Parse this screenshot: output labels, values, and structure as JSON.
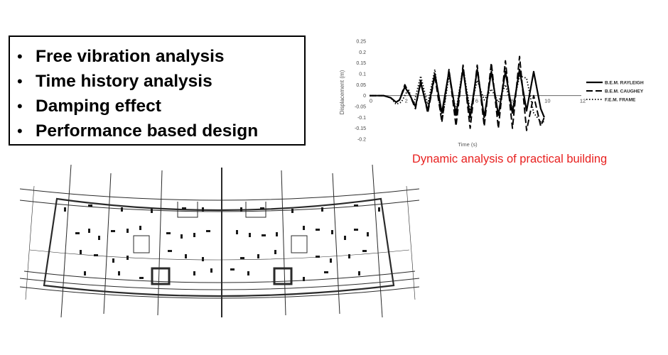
{
  "bullets": [
    "Free vibration analysis",
    "Time history analysis",
    "Damping effect",
    "Performance based design"
  ],
  "caption": "Dynamic analysis of practical building",
  "chart_data": {
    "type": "line",
    "title": "",
    "xlabel": "Time (s)",
    "ylabel": "Displacement (m)",
    "xlim": [
      0,
      12
    ],
    "ylim": [
      -0.2,
      0.25
    ],
    "xticks": [
      0,
      2,
      4,
      6,
      8,
      10,
      12
    ],
    "xtick_labels": [
      "0",
      "2",
      "",
      "6",
      "8",
      "10",
      "12"
    ],
    "yticks": [
      0.25,
      0.2,
      0.15,
      0.1,
      0.05,
      0,
      -0.05,
      -0.1,
      -0.15,
      -0.2
    ],
    "ytick_labels": [
      "0.25",
      "0.2",
      "0.15",
      "0.1",
      "0.05",
      "0",
      "-0.05",
      "-0.1",
      "-0.15",
      "-0.2"
    ],
    "grid": false,
    "legend_position": "right",
    "series": [
      {
        "name": "B.E.M. RAYLEIGH",
        "style": "solid",
        "color": "#000000",
        "x": [
          0,
          0.4,
          0.8,
          1.2,
          1.5,
          1.7,
          2.0,
          2.3,
          2.6,
          2.9,
          3.3,
          3.7,
          4.1,
          4.5,
          4.9,
          5.3,
          5.7,
          6.1,
          6.5,
          6.9,
          7.3,
          7.7,
          8.1,
          8.5,
          8.9,
          9.3,
          9.7,
          9.9
        ],
        "y": [
          0,
          0.0,
          0.0,
          -0.01,
          -0.03,
          -0.02,
          0.04,
          0.0,
          -0.05,
          0.06,
          -0.07,
          0.1,
          -0.08,
          0.11,
          -0.09,
          0.12,
          -0.1,
          0.12,
          -0.1,
          0.11,
          -0.09,
          0.11,
          -0.08,
          0.12,
          -0.07,
          0.11,
          -0.06,
          -0.1
        ]
      },
      {
        "name": "B.E.M. CAUGHEY",
        "style": "dashed",
        "color": "#000000",
        "x": [
          0,
          0.4,
          0.8,
          1.2,
          1.5,
          1.7,
          2.0,
          2.3,
          2.6,
          2.9,
          3.3,
          3.7,
          4.1,
          4.5,
          4.9,
          5.3,
          5.7,
          6.1,
          6.5,
          6.9,
          7.3,
          7.7,
          8.1,
          8.5,
          8.9,
          9.3,
          9.7,
          9.9
        ],
        "y": [
          0,
          0.0,
          0.0,
          -0.01,
          -0.03,
          -0.02,
          0.05,
          0.0,
          -0.06,
          0.07,
          -0.08,
          0.09,
          -0.12,
          0.12,
          -0.14,
          0.14,
          -0.15,
          0.14,
          -0.14,
          0.15,
          -0.15,
          0.16,
          -0.15,
          0.18,
          -0.16,
          0.0,
          -0.14,
          -0.1
        ]
      },
      {
        "name": "F.E.M. FRAME",
        "style": "dotted",
        "color": "#000000",
        "x": [
          0,
          0.4,
          0.8,
          1.2,
          1.5,
          1.8,
          2.2,
          2.5,
          2.9,
          3.3,
          3.7,
          4.1,
          4.5,
          4.9,
          5.3,
          5.7,
          6.1,
          6.5,
          6.9,
          7.3,
          7.7,
          8.1,
          8.5,
          8.9,
          9.3,
          9.7,
          9.9
        ],
        "y": [
          0,
          0.0,
          0.0,
          -0.01,
          -0.04,
          -0.03,
          0.03,
          -0.04,
          0.09,
          -0.04,
          0.12,
          -0.12,
          0.09,
          -0.07,
          0.13,
          -0.07,
          0.07,
          -0.02,
          0.03,
          -0.03,
          0.05,
          -0.06,
          0.09,
          0.08,
          -0.08,
          -0.12,
          -0.12
        ]
      }
    ]
  }
}
